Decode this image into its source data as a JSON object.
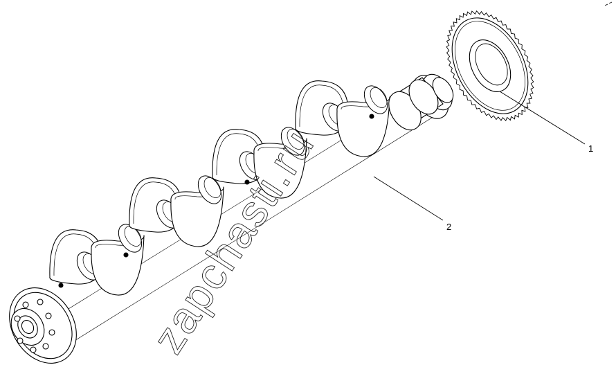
{
  "callouts": [
    {
      "id": "1",
      "label": "1"
    },
    {
      "id": "2",
      "label": "2"
    }
  ],
  "watermark": {
    "text": "zapchasti.ru"
  },
  "colors": {
    "line": "#000000",
    "background": "#ffffff"
  }
}
